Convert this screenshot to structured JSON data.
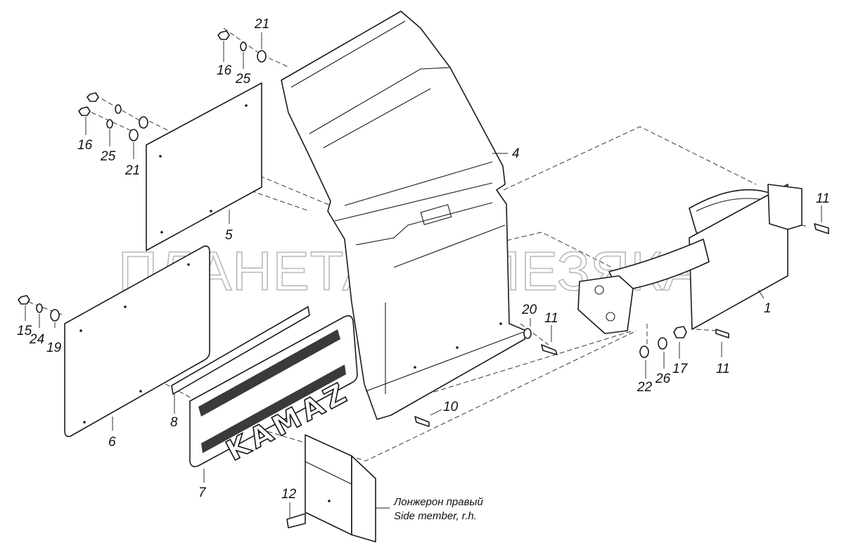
{
  "watermark": "ПЛАНЕТА ЖЕЛЕЗЯКА",
  "logo": "KAMAZ",
  "callouts": {
    "p1": "1",
    "p4": "4",
    "p5": "5",
    "p6": "6",
    "p7": "7",
    "p8": "8",
    "p10": "10",
    "p11_top": "11",
    "p11_mid": "11",
    "p11_bottom": "11",
    "p12": "12",
    "p15": "15",
    "p16_top": "16",
    "p16_mid": "16",
    "p17": "17",
    "p19": "19",
    "p20": "20",
    "p21_top": "21",
    "p21_mid": "21",
    "p22": "22",
    "p24": "24",
    "p25_top": "25",
    "p25_mid": "25",
    "p26": "26"
  },
  "side_member": {
    "label_ru": "Лонжерон правый",
    "label_en": "Side member, r.h."
  }
}
